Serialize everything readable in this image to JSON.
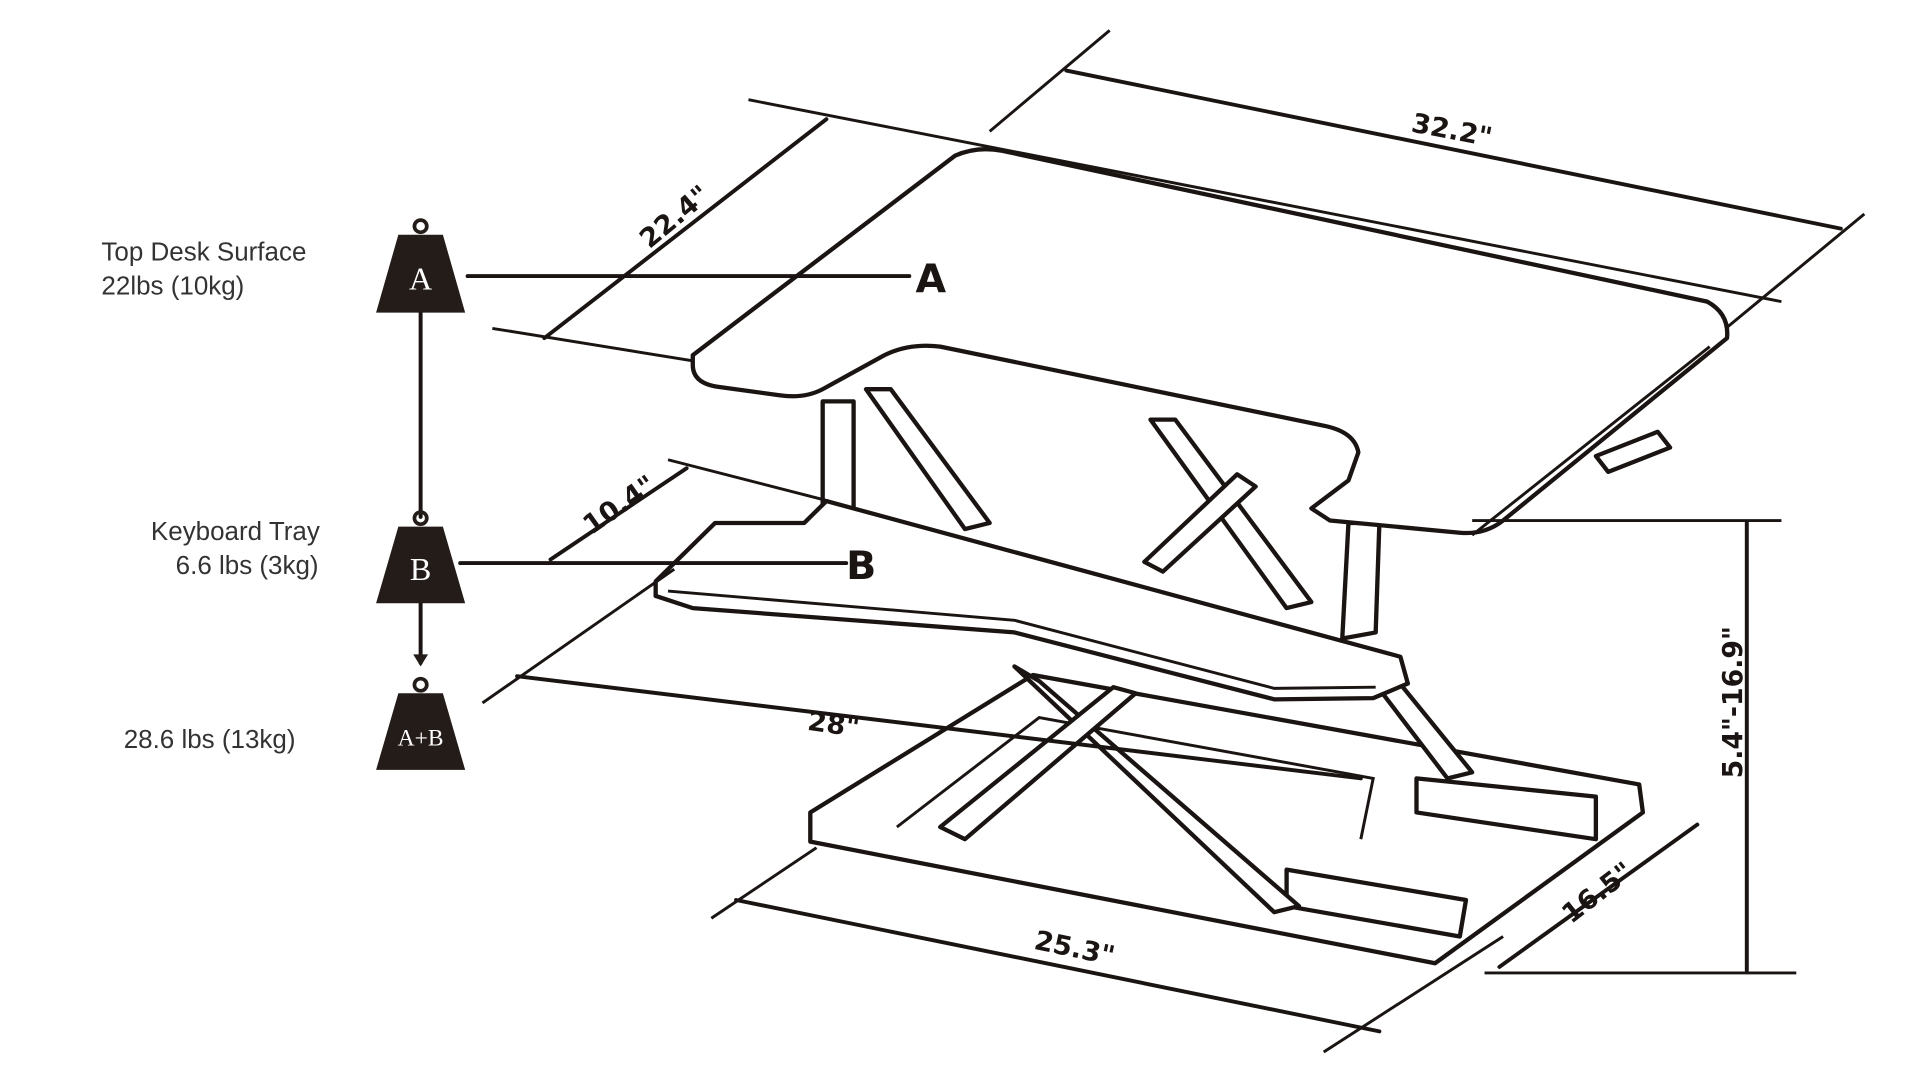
{
  "weights": {
    "a": {
      "name": "Top Desk Surface",
      "load": "22lbs  (10kg)",
      "tag": "A"
    },
    "b": {
      "name": "Keyboard Tray",
      "load": "6.6 lbs  (3kg)",
      "tag": "B"
    },
    "total": {
      "load": "28.6 lbs  (13kg)",
      "tag": "A+B"
    }
  },
  "callouts": {
    "a": "A",
    "b": "B"
  },
  "dimensions": {
    "top_width": "32.2\"",
    "top_depth": "22.4\"",
    "tray_depth": "10.4\"",
    "tray_width": "28\"",
    "base_width": "25.3\"",
    "base_depth": "16.5\"",
    "height_range": "5.4\"-16.9\""
  }
}
